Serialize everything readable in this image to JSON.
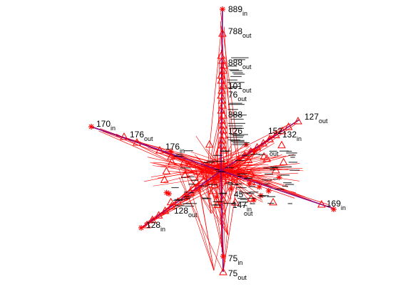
{
  "colors": {
    "edge": "#ff0000",
    "axis": "#0000ff",
    "node_in": "#ff0000",
    "node_out": "#ff0000",
    "text": "#000000",
    "background": "#ffffff"
  },
  "marker_shapes": {
    "in": "star",
    "out": "triangle"
  },
  "labels": [
    {
      "id": "l-top1",
      "main": "889",
      "sub": "in"
    },
    {
      "id": "l-top2",
      "main": "788",
      "sub": "out"
    },
    {
      "id": "l-m1",
      "main": "888",
      "sub": "out"
    },
    {
      "id": "l-m2",
      "main": "101",
      "sub": "out"
    },
    {
      "id": "l-m3",
      "main": "76",
      "sub": "out"
    },
    {
      "id": "l-m4",
      "main": "888",
      "sub": ""
    },
    {
      "id": "l-m5",
      "main": "126",
      "sub": ""
    },
    {
      "id": "l-170",
      "main": "170",
      "sub": "in"
    },
    {
      "id": "l-176a",
      "main": "176",
      "sub": "out"
    },
    {
      "id": "l-176b",
      "main": "176",
      "sub": "in"
    },
    {
      "id": "l-127",
      "main": "127",
      "sub": "out"
    },
    {
      "id": "l-132",
      "main": "132",
      "sub": "in"
    },
    {
      "id": "l-152",
      "main": "152",
      "sub": ""
    },
    {
      "id": "l-out1",
      "main": "",
      "sub": "out"
    },
    {
      "id": "l-169",
      "main": "169",
      "sub": "in"
    },
    {
      "id": "l-45",
      "main": "45",
      "sub": ""
    },
    {
      "id": "l-147",
      "main": "147",
      "sub": "in"
    },
    {
      "id": "l-out2",
      "main": "",
      "sub": "out"
    },
    {
      "id": "l-128",
      "main": "128",
      "sub": "in"
    },
    {
      "id": "l-128b",
      "main": "128",
      "sub": "out"
    },
    {
      "id": "l-75a",
      "main": "75",
      "sub": "in"
    },
    {
      "id": "l-75b",
      "main": "75",
      "sub": "out"
    }
  ]
}
